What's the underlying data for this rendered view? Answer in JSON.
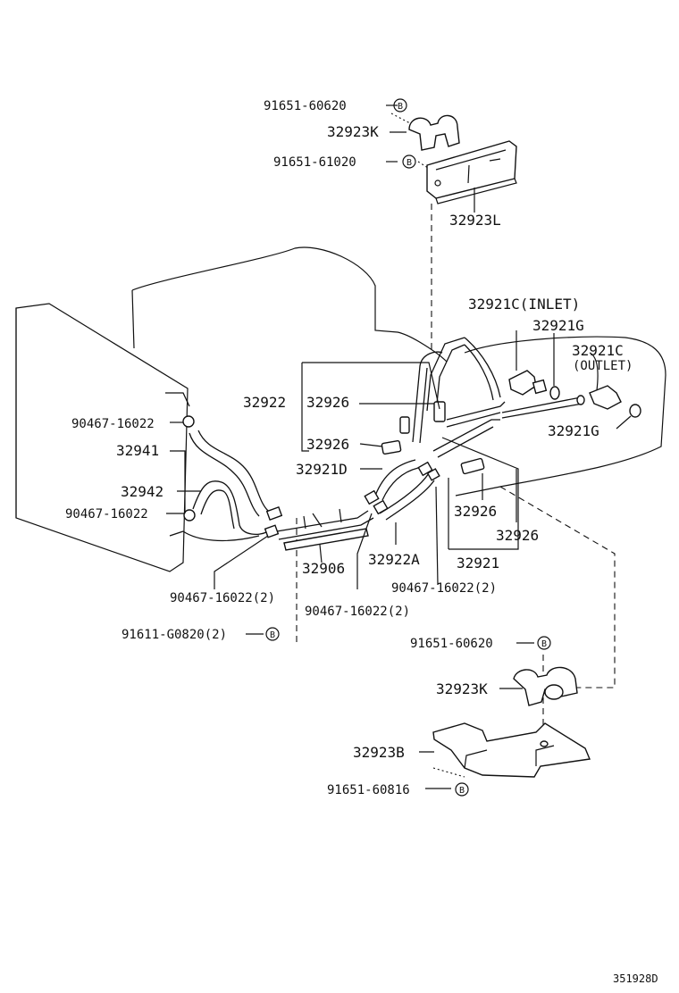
{
  "diagram": {
    "code": "351928D",
    "badge_letter": "B",
    "labels": {
      "bolt_top_1": "91651-60620",
      "bracket_k_top": "32923K",
      "bolt_top_2": "91651-61020",
      "bracket_l": "32923L",
      "tube_inlet": "32921C(INLET)",
      "oring_top": "32921G",
      "tube_outlet": "32921C",
      "outlet_note": "(OUTLET)",
      "oring_right": "32921G",
      "hose_32922": "32922",
      "sleeve_top": "32926",
      "sleeve_mid": "32926",
      "hose_32921d": "32921D",
      "clamp_upper_left": "90467-16022",
      "hose_32941": "32941",
      "hose_32942": "32942",
      "clamp_left": "90467-16022",
      "sleeve_right_1": "32926",
      "sleeve_right_2": "32926",
      "pipe_32906": "32906",
      "hose_32922a": "32922A",
      "tube_32921": "32921",
      "clamp_right_2": "90467-16022(2)",
      "clamp_left_2": "90467-16022(2)",
      "clamp_mid_2": "90467-16022(2)",
      "bolt_left_2": "91611-G0820(2)",
      "bolt_bottom_1": "91651-60620",
      "bracket_k_bottom": "32923K",
      "bracket_b": "32923B",
      "bolt_bottom_2": "91651-60816"
    }
  }
}
